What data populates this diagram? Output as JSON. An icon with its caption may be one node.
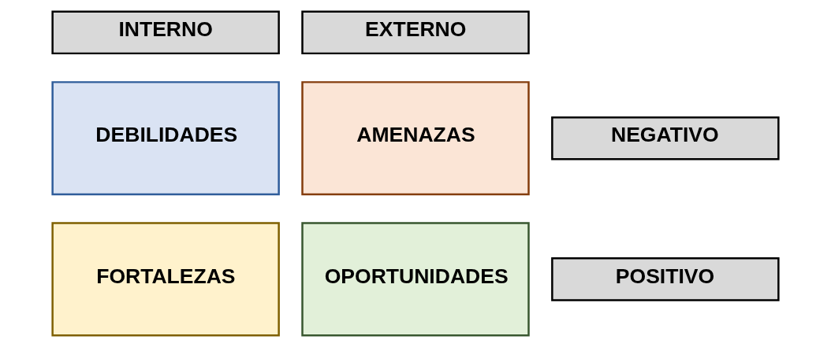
{
  "diagram": {
    "nodes": [
      {
        "text": [
          "INTERNO"
        ]
      },
      {
        "text": [
          "EXTERNO"
        ]
      },
      {
        "text": [
          "DEBILIDADES"
        ]
      },
      {
        "text": [
          "AMENAZAS"
        ]
      },
      {
        "text": [
          "NEGATIVO"
        ]
      },
      {
        "text": [
          "FORTALEZAS"
        ]
      },
      {
        "text": [
          "OPORTUNIDADES"
        ]
      },
      {
        "text": [
          "POSITIVO"
        ]
      }
    ],
    "edges": []
  }
}
